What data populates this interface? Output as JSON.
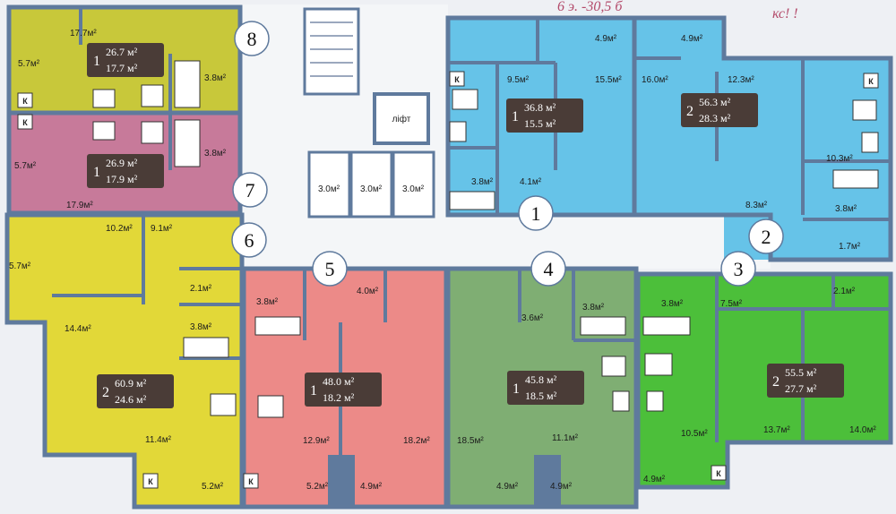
{
  "handwritten": {
    "top_note": "6 э. -30,5 б",
    "top_right_note": "кс! !"
  },
  "colors": {
    "wall": "#5f7a9d",
    "corridor": "#f4f6f8",
    "olive": "#c8c83a",
    "pink": "#c77a9a",
    "yellow": "#e2d838",
    "salmon": "#ec8a88",
    "green": "#7fae73",
    "bright_green": "#4cbf3a",
    "sky": "#66c3e8",
    "tag_bg": "#4a3c37"
  },
  "elevator": {
    "label": "ліфт"
  },
  "storage_rooms": [
    "3.0м²",
    "3.0м²",
    "3.0м²"
  ],
  "kitchen_marker": "К",
  "apartments": [
    {
      "id": "8",
      "rooms": "1",
      "total": "26.7 м²",
      "living": "17.7 м²",
      "areas": [
        "17.7м²",
        "5.7м²",
        "3.8м²"
      ]
    },
    {
      "id": "7",
      "rooms": "1",
      "total": "26.9 м²",
      "living": "17.9 м²",
      "areas": [
        "5.7м²",
        "3.8м²",
        "17.9м²"
      ]
    },
    {
      "id": "6",
      "rooms": "2",
      "total": "60.9 м²",
      "living": "24.6 м²",
      "areas": [
        "10.2м²",
        "9.1м²",
        "5.7м²",
        "14.4м²",
        "2.1м²",
        "3.8м²",
        "11.4м²",
        "5.2м²"
      ]
    },
    {
      "id": "5",
      "rooms": "1",
      "total": "48.0 м²",
      "living": "18.2 м²",
      "areas": [
        "3.8м²",
        "4.0м²",
        "12.9м²",
        "18.2м²",
        "5.2м²",
        "4.9м²"
      ]
    },
    {
      "id": "4",
      "rooms": "1",
      "total": "45.8 м²",
      "living": "18.5 м²",
      "areas": [
        "3.6м²",
        "3.8м²",
        "18.5м²",
        "11.1м²",
        "4.9м²",
        "4.9м²"
      ]
    },
    {
      "id": "3",
      "rooms": "2",
      "total": "55.5 м²",
      "living": "27.7 м²",
      "areas": [
        "3.8м²",
        "7.5м²",
        "2.1м²",
        "10.5м²",
        "13.7м²",
        "14.0м²",
        "4.9м²"
      ]
    },
    {
      "id": "1",
      "rooms": "1",
      "total": "36.8 м²",
      "living": "15.5 м²",
      "areas": [
        "9.5м²",
        "15.5м²",
        "3.8м²",
        "4.1м²"
      ]
    },
    {
      "id": "2",
      "rooms": "2",
      "total": "56.3 м²",
      "living": "28.3 м²",
      "areas": [
        "4.9м²",
        "4.9м²",
        "16.0м²",
        "12.3м²",
        "10.3м²",
        "8.3м²",
        "3.8м²",
        "1.7м²"
      ]
    }
  ]
}
